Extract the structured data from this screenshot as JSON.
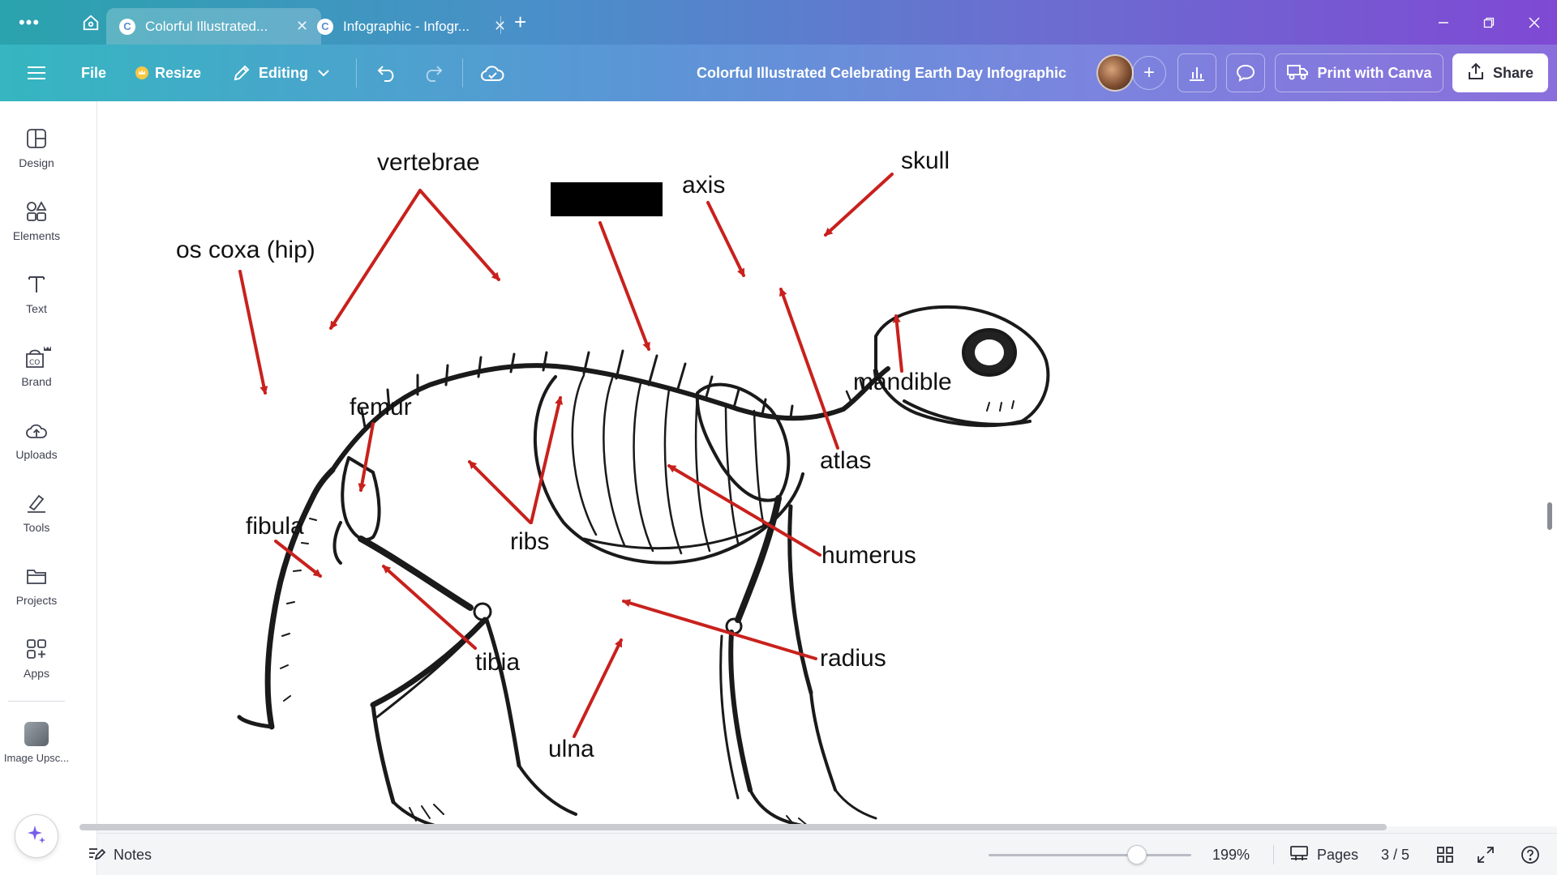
{
  "browser": {
    "tabs": [
      {
        "label": "Colorful Illustrated...",
        "active": true
      },
      {
        "label": "Infographic - Infogr...",
        "active": false
      }
    ]
  },
  "toolbar": {
    "file": "File",
    "resize": "Resize",
    "editing": "Editing",
    "doc_title": "Colorful Illustrated Celebrating Earth Day Infographic",
    "print": "Print with Canva",
    "share": "Share"
  },
  "sidebar": {
    "items": [
      {
        "label": "Design",
        "icon": "design-icon"
      },
      {
        "label": "Elements",
        "icon": "elements-icon"
      },
      {
        "label": "Text",
        "icon": "text-icon"
      },
      {
        "label": "Brand",
        "icon": "brand-icon"
      },
      {
        "label": "Uploads",
        "icon": "uploads-icon"
      },
      {
        "label": "Tools",
        "icon": "tools-icon"
      },
      {
        "label": "Projects",
        "icon": "projects-icon"
      },
      {
        "label": "Apps",
        "icon": "apps-icon"
      },
      {
        "label": "Image Upsc...",
        "icon": "image-upscaler-thumbnail"
      }
    ]
  },
  "diagram": {
    "labels": {
      "vertebrae": "vertebrae",
      "axis": "axis",
      "skull": "skull",
      "os_coxa": "os coxa (hip)",
      "mandible": "mandible",
      "femur": "femur",
      "atlas": "atlas",
      "fibula": "fibula",
      "ribs": "ribs",
      "humerus": "humerus",
      "tibia": "tibia",
      "radius": "radius",
      "ulna": "ulna"
    },
    "arrow_color": "#c8211d",
    "redaction_color": "#000000"
  },
  "bottombar": {
    "notes": "Notes",
    "zoom": "199%",
    "zoom_level_fraction": 0.73,
    "pages": "Pages",
    "page_indicator": "3 / 5"
  },
  "colors": {
    "gradient_start": "#35b6c0",
    "gradient_end": "#7f49d4"
  }
}
